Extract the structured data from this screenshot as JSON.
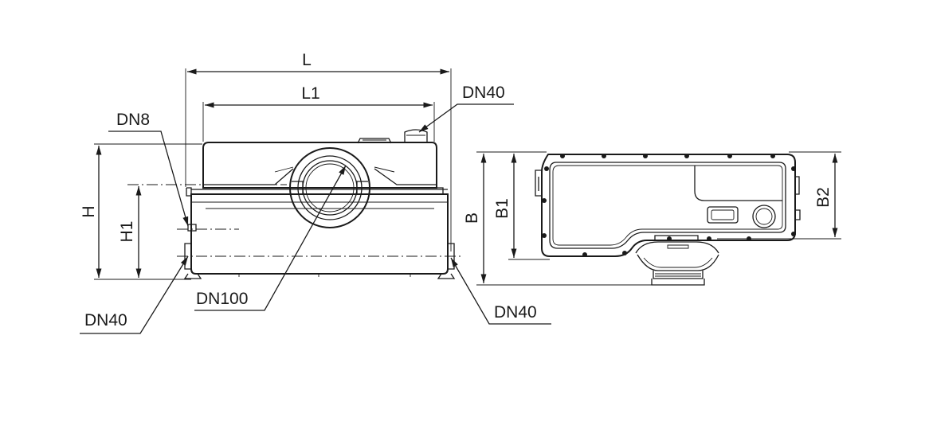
{
  "labels": {
    "L": "L",
    "L1": "L1",
    "H": "H",
    "H1": "H1",
    "B": "B",
    "B1": "B1",
    "B2": "B2",
    "dn40_top": "DN40",
    "dn8": "DN8",
    "dn100": "DN100",
    "dn40_left": "DN40",
    "dn40_right": "DN40"
  },
  "colors": {
    "line": "#1a1a1a",
    "background": "#ffffff"
  }
}
